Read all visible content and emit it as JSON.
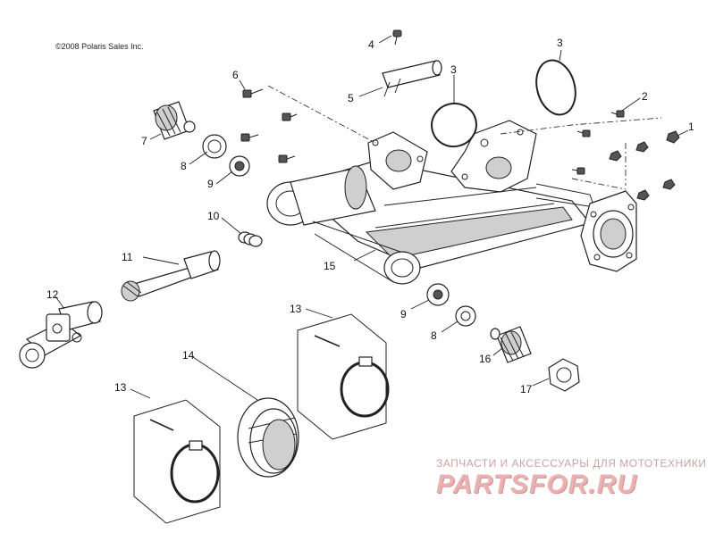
{
  "copyright": "©2008 Polaris Sales Inc.",
  "callouts": {
    "c1": "1",
    "c2": "2",
    "c3a": "3",
    "c3b": "3",
    "c4": "4",
    "c5": "5",
    "c6": "6",
    "c7": "7",
    "c8a": "8",
    "c8b": "8",
    "c9a": "9",
    "c9b": "9",
    "c10": "10",
    "c11": "11",
    "c12": "12",
    "c13a": "13",
    "c13b": "13",
    "c14": "14",
    "c15": "15",
    "c16": "16",
    "c17": "17"
  },
  "watermark": {
    "tagline": "ЗАПЧАСТИ И АКСЕССУАРЫ ДЛЯ МОТОТЕХНИКИ",
    "logo": "PARTSFOR.RU"
  }
}
